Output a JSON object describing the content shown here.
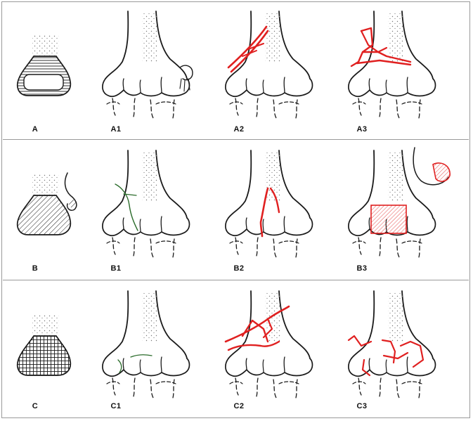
{
  "colors": {
    "line": "#1a1a1a",
    "fracture": "#e02020",
    "frame": "#9a9a9a",
    "stipple": "#777777"
  },
  "rows": [
    {
      "id": "A",
      "panels": [
        {
          "label": "A",
          "kind": "schematic",
          "pattern": "horizontal"
        },
        {
          "label": "A1",
          "kind": "elbow",
          "fracture": "avulsion"
        },
        {
          "label": "A2",
          "kind": "elbow",
          "fracture": "simple-oblique"
        },
        {
          "label": "A3",
          "kind": "elbow",
          "fracture": "comminuted"
        }
      ]
    },
    {
      "id": "B",
      "panels": [
        {
          "label": "B",
          "kind": "schematic",
          "pattern": "hatched-diagonal"
        },
        {
          "label": "B1",
          "kind": "elbow",
          "fracture": "lateral-sagittal"
        },
        {
          "label": "B2",
          "kind": "elbow",
          "fracture": "medial-sagittal"
        },
        {
          "label": "B3",
          "kind": "elbow",
          "fracture": "frontal-capitellum"
        }
      ]
    },
    {
      "id": "C",
      "panels": [
        {
          "label": "C",
          "kind": "schematic",
          "pattern": "crosshatch"
        },
        {
          "label": "C1",
          "kind": "elbow",
          "fracture": "simple-articular"
        },
        {
          "label": "C2",
          "kind": "elbow",
          "fracture": "metaphyseal-comminuted"
        },
        {
          "label": "C3",
          "kind": "elbow",
          "fracture": "multifragmentary"
        }
      ]
    }
  ]
}
